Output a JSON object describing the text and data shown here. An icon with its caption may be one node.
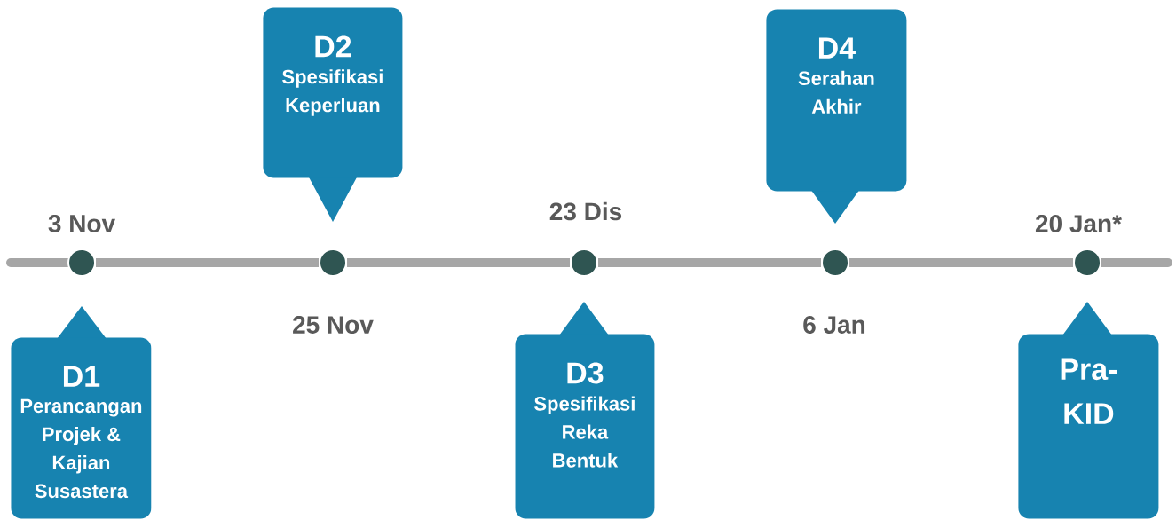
{
  "diagram": {
    "nodes": [
      {
        "text": [
          "D1",
          "Perancangan Projek & Kajian Susastera"
        ]
      },
      {
        "text": [
          "D2",
          "Spesifikasi Keperluan"
        ]
      },
      {
        "text": [
          "D3",
          "Spesifikasi Reka Bentuk"
        ]
      },
      {
        "text": [
          "D4",
          "Serahan Akhir"
        ]
      },
      {
        "text": [
          "Pra-KID"
        ]
      },
      {
        "text": [],
        "shape": "circle",
        "beside": [
          "3 Nov"
        ]
      },
      {
        "text": [],
        "shape": "circle",
        "beside": [
          "25 Nov"
        ]
      },
      {
        "text": [],
        "shape": "circle",
        "beside": [
          "23 Dis"
        ]
      },
      {
        "text": [],
        "shape": "circle",
        "beside": [
          "6 Jan"
        ]
      },
      {
        "text": [],
        "shape": "circle",
        "beside": [
          "20 Jan*"
        ]
      }
    ],
    "edges": [
      {
        "from": 5,
        "to": 6,
        "arrow": "none"
      },
      {
        "from": 6,
        "to": 7,
        "arrow": "none"
      },
      {
        "from": 7,
        "to": 8,
        "arrow": "none"
      },
      {
        "from": 8,
        "to": 9,
        "arrow": "none"
      }
    ]
  }
}
